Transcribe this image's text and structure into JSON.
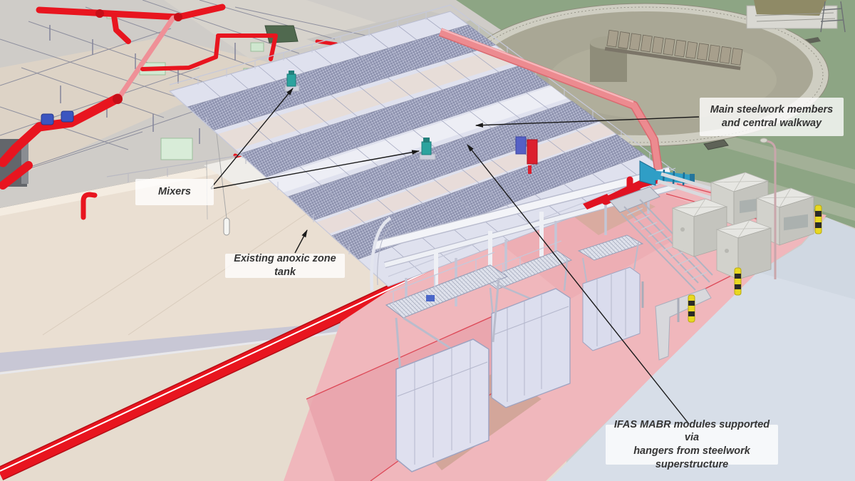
{
  "annotations": {
    "mixers": {
      "text": "Mixers"
    },
    "anoxic": {
      "text": "Existing anoxic zone tank"
    },
    "steelwork": {
      "text": "Main steelwork members\nand central walkway"
    },
    "mabr": {
      "text": "IFAS MABR modules supported via\nhangers from steelwork superstructure"
    }
  },
  "colors": {
    "fire_main_red": "#e8151f",
    "transfer_pipe_pink": "#ec8b90",
    "steelwork_grey": "#dfe1ee",
    "mesh_module_grey": "#b3b7cf",
    "grass_green": "#8da584",
    "clarifier_olive": "#a9a795",
    "anoxic_tank_beige": "#ead fd2",
    "tank_water_pink": "#f0b7bc",
    "water_blue": "#d7dee8",
    "mixer_teal": "#2ba39e",
    "cabinet_grey": "#d2d2cc",
    "bollard_yellow": "#e8d820",
    "annotation_bg": "#ffffff",
    "annotation_text": "#353535"
  }
}
